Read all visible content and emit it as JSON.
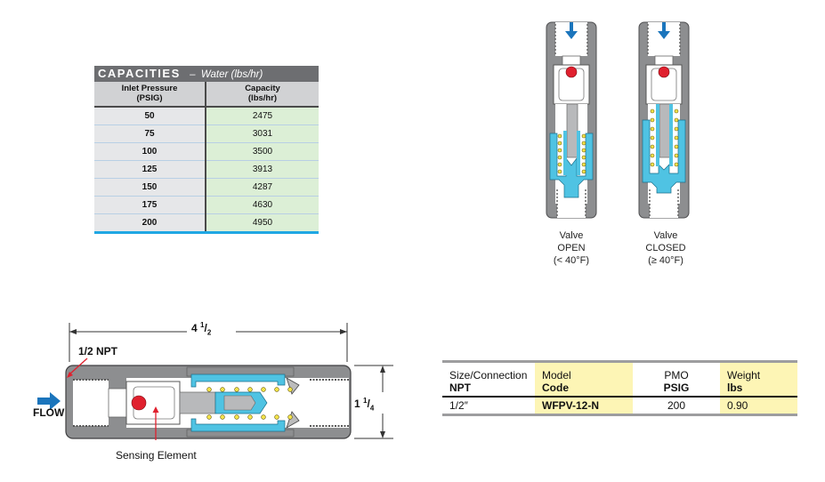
{
  "capacities": {
    "title": "CAPACITIES",
    "dash": "–",
    "subtitle": "Water (lbs/hr)",
    "headers": [
      {
        "line1": "Inlet Pressure",
        "line2": "(PSIG)"
      },
      {
        "line1": "Capacity",
        "line2": "(lbs/hr)"
      }
    ],
    "rows": [
      {
        "pressure": "50",
        "capacity": "2475"
      },
      {
        "pressure": "75",
        "capacity": "3031"
      },
      {
        "pressure": "100",
        "capacity": "3500"
      },
      {
        "pressure": "125",
        "capacity": "3913"
      },
      {
        "pressure": "150",
        "capacity": "4287"
      },
      {
        "pressure": "175",
        "capacity": "4630"
      },
      {
        "pressure": "200",
        "capacity": "4950"
      }
    ]
  },
  "valve_states": {
    "open": {
      "line1": "Valve",
      "line2": "OPEN",
      "line3": "(< 40°F)"
    },
    "closed": {
      "line1": "Valve",
      "line2": "CLOSED",
      "line3": "(≥ 40°F)"
    }
  },
  "dimension_drawing": {
    "length_whole": "4",
    "length_num": "1",
    "length_den": "2",
    "height_whole": "1",
    "height_num": "1",
    "height_den": "4",
    "connection_label": "1/2 NPT",
    "flow_label": "FLOW",
    "sensing_label": "Sensing Element"
  },
  "model_table": {
    "headers": [
      {
        "line1": "Size/Connection",
        "line2": "NPT"
      },
      {
        "line1": "Model",
        "line2": "Code"
      },
      {
        "line1": "PMO",
        "line2": "PSIG"
      },
      {
        "line1": "Weight",
        "line2": "lbs"
      }
    ],
    "row": {
      "size": "1/2″",
      "model": "WFPV-12-N",
      "pmo": "200",
      "weight": "0.90"
    }
  },
  "colors": {
    "body_gray": "#8d8e90",
    "fluid_blue": "#4fc3e3",
    "flow_arrow": "#1b75bc",
    "ball_red": "#e0202e",
    "spring_yellow": "#f3e34a",
    "leader_red": "#e0202e"
  }
}
